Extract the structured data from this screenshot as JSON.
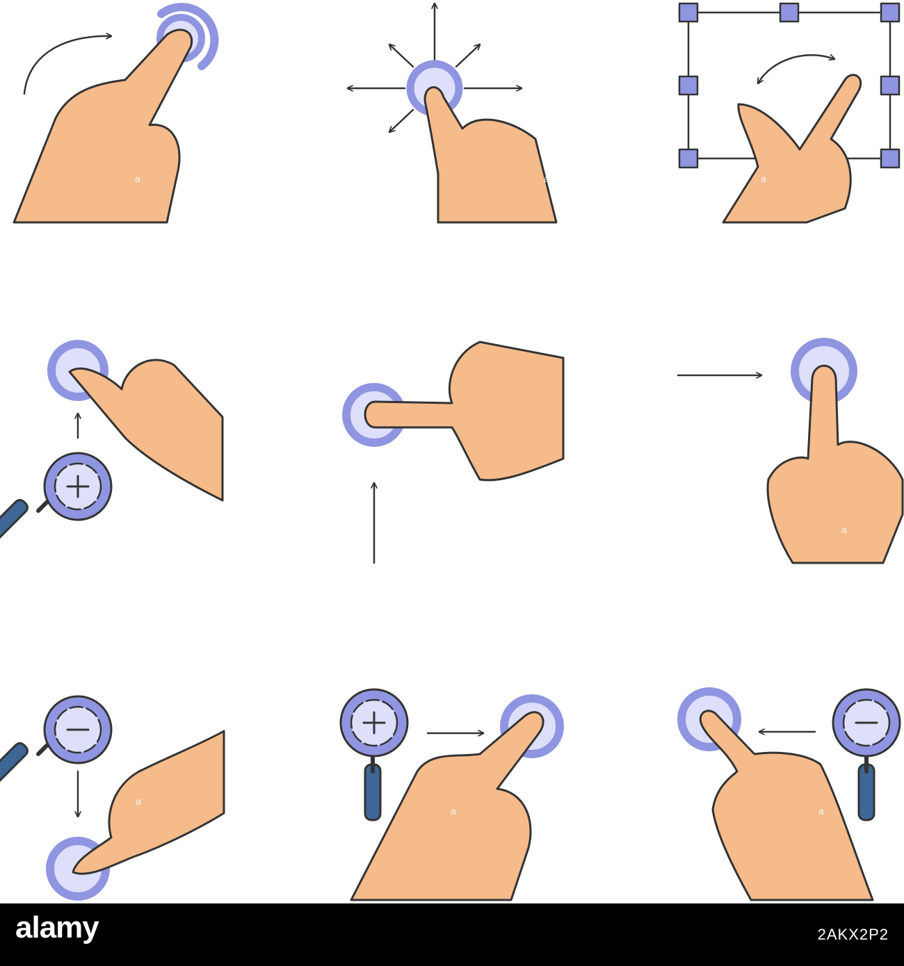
{
  "footer": {
    "logo": "alamy",
    "stock_id": "2AKX2P2"
  },
  "watermark": "a",
  "colors": {
    "skin": "#F5BB8B",
    "circle_outer": "#8F95E0",
    "circle_inner": "#DDDFFB",
    "handle": "#3E6696",
    "outline": "#333333"
  },
  "icons": [
    "tap-rotate-gesture-icon",
    "multi-direction-drag-icon",
    "rotate-selection-icon",
    "zoom-in-swipe-up-icon",
    "tap-swipe-up-icon",
    "tap-swipe-right-icon",
    "zoom-out-swipe-down-icon",
    "zoom-in-swipe-right-icon",
    "zoom-out-swipe-left-icon"
  ]
}
